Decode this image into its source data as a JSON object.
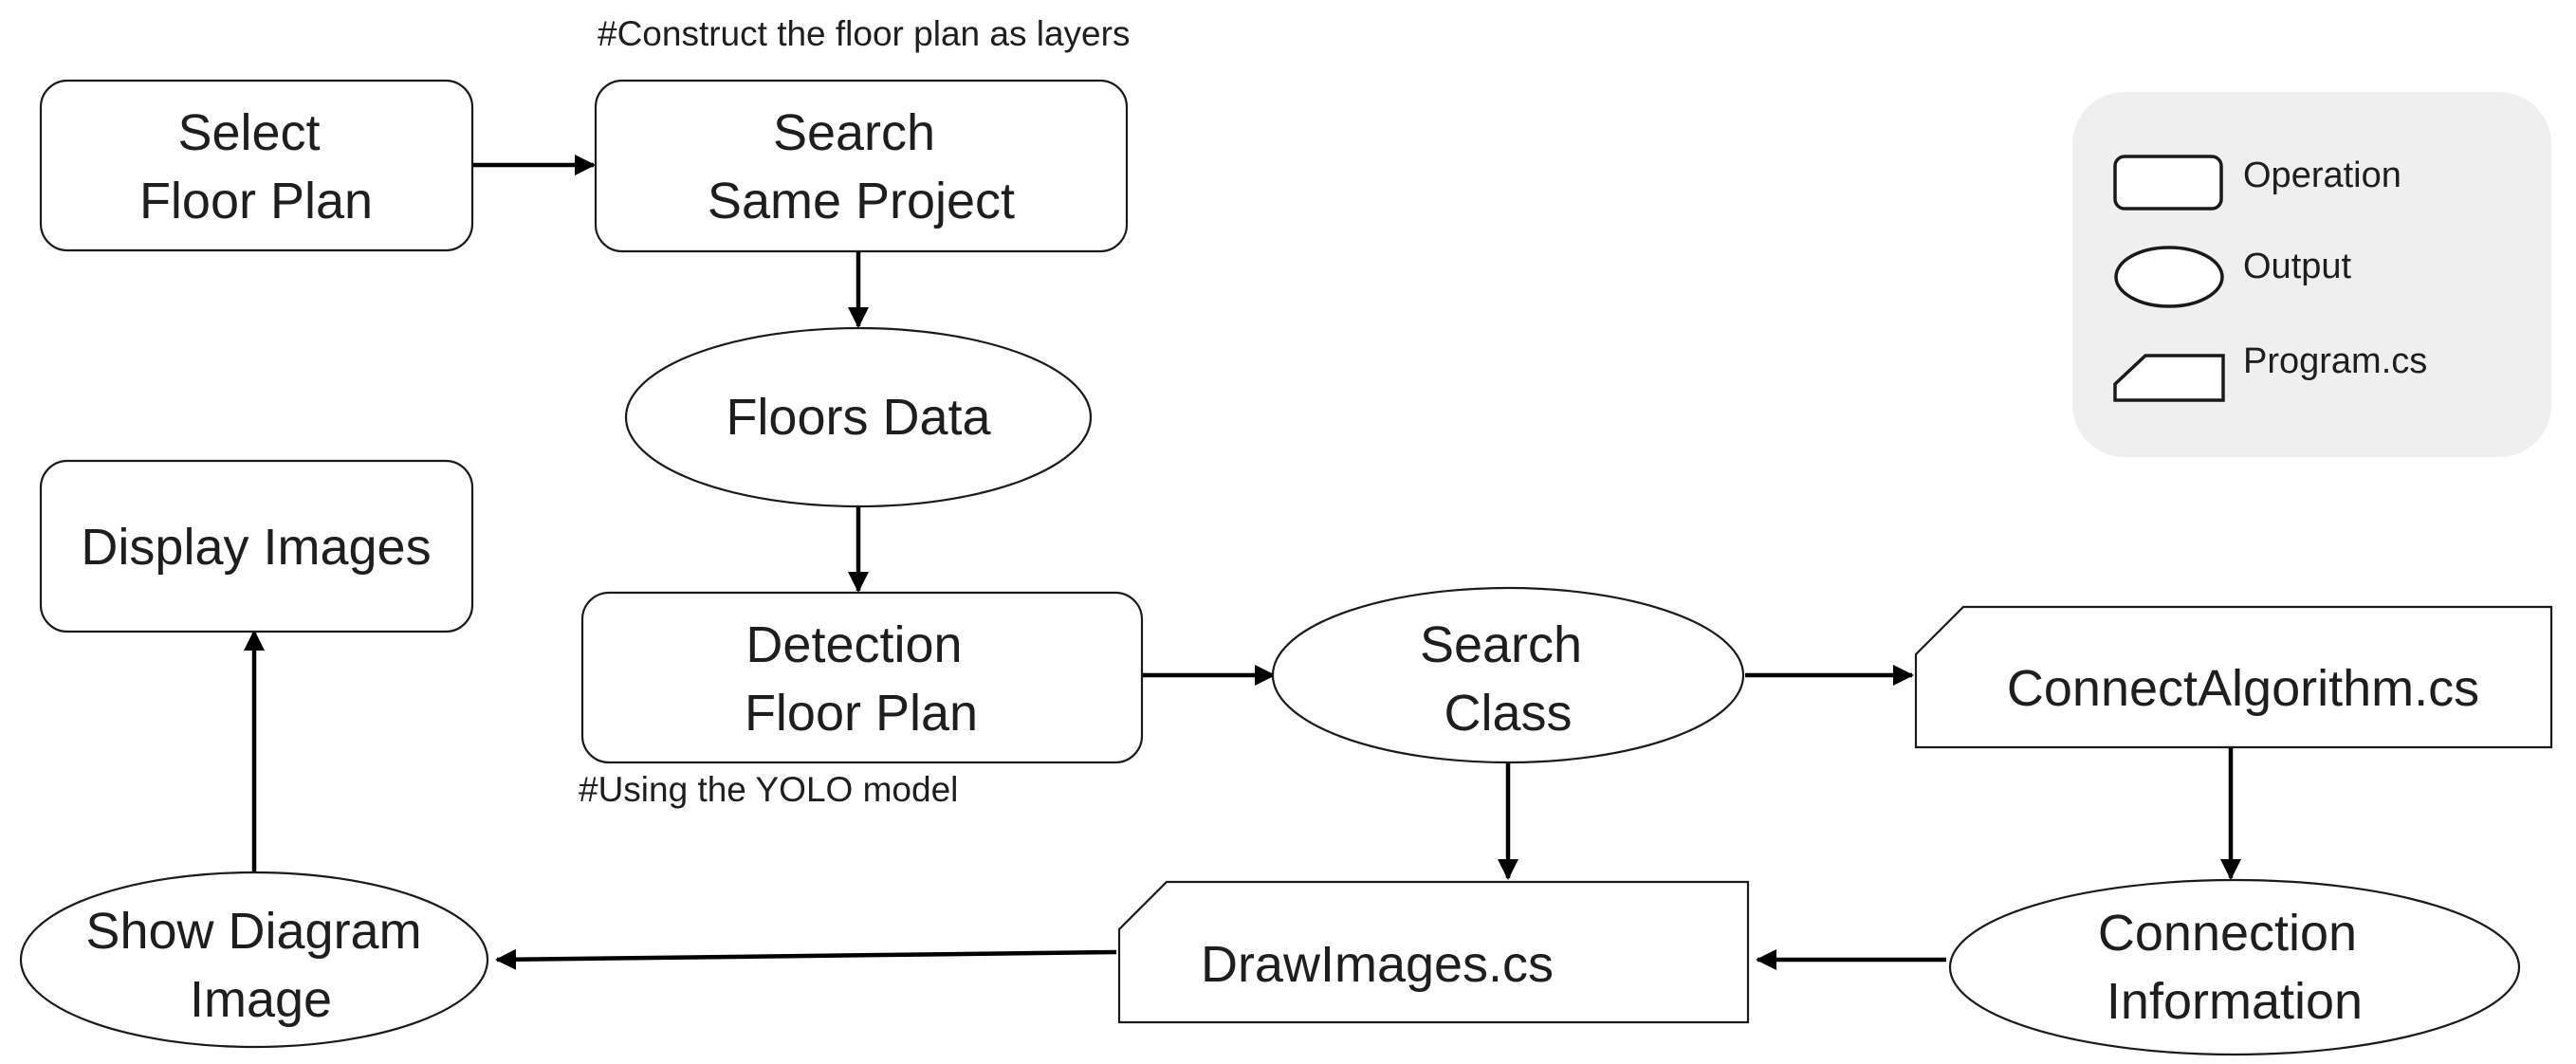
{
  "notes": {
    "top": "#Construct the floor plan as layers",
    "bottom": "#Using the YOLO model"
  },
  "nodes": {
    "select_floor_plan": {
      "shape": "operation",
      "lines": [
        "Select",
        "Floor Plan"
      ]
    },
    "search_same_project": {
      "shape": "operation",
      "lines": [
        "Search",
        "Same Project"
      ]
    },
    "floors_data": {
      "shape": "output",
      "lines": [
        "Floors Data"
      ]
    },
    "display_images": {
      "shape": "operation",
      "lines": [
        "Display Images"
      ]
    },
    "detection_floor_plan": {
      "shape": "operation",
      "lines": [
        "Detection",
        "Floor Plan"
      ]
    },
    "search_class": {
      "shape": "output",
      "lines": [
        "Search",
        "Class"
      ]
    },
    "connect_algorithm": {
      "shape": "program",
      "lines": [
        "ConnectAlgorithm.cs"
      ]
    },
    "show_diagram_image": {
      "shape": "output",
      "lines": [
        "Show Diagram",
        "Image"
      ]
    },
    "draw_images": {
      "shape": "program",
      "lines": [
        "DrawImages.cs"
      ]
    },
    "connection_information": {
      "shape": "output",
      "lines": [
        "Connection",
        "Information"
      ]
    }
  },
  "edges": [
    {
      "from": "select_floor_plan",
      "to": "search_same_project"
    },
    {
      "from": "search_same_project",
      "to": "floors_data"
    },
    {
      "from": "floors_data",
      "to": "detection_floor_plan"
    },
    {
      "from": "detection_floor_plan",
      "to": "search_class"
    },
    {
      "from": "search_class",
      "to": "connect_algorithm"
    },
    {
      "from": "search_class",
      "to": "draw_images"
    },
    {
      "from": "connect_algorithm",
      "to": "connection_information"
    },
    {
      "from": "connection_information",
      "to": "draw_images"
    },
    {
      "from": "draw_images",
      "to": "show_diagram_image"
    },
    {
      "from": "show_diagram_image",
      "to": "display_images"
    }
  ],
  "legend": {
    "operation": "Operation",
    "output": "Output",
    "program": "Program.cs"
  },
  "colors": {
    "stroke": "#1a1a1a",
    "arrow": "#000000",
    "text": "#1e1e1e",
    "legend_background": "#efefef"
  }
}
